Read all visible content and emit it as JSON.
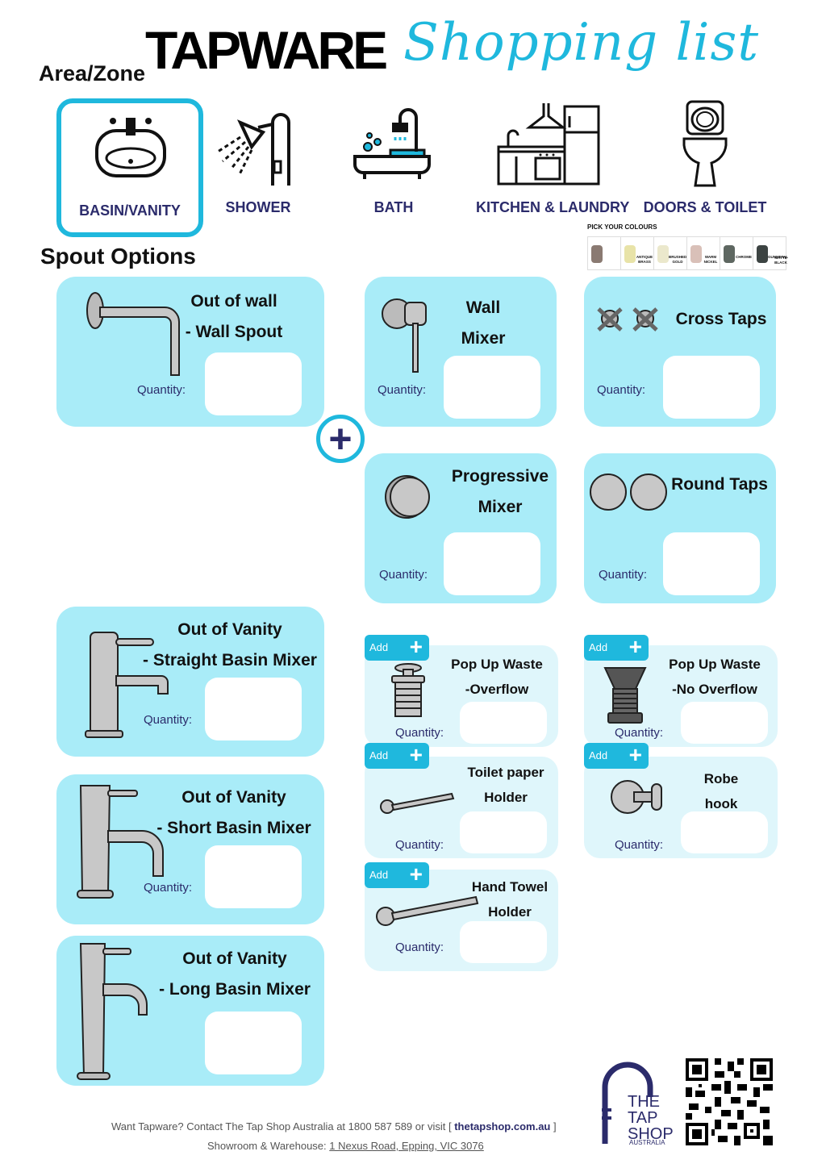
{
  "header": {
    "title": "TAPWARE",
    "script_title": "Shopping list",
    "area_label": "Area/Zone"
  },
  "zones": [
    {
      "label": "BASIN/VANITY",
      "icon": "basin-icon",
      "selected": true
    },
    {
      "label": "SHOWER",
      "icon": "shower-icon"
    },
    {
      "label": "BATH",
      "icon": "bathtub-icon"
    },
    {
      "label": "KITCHEN & LAUNDRY",
      "icon": "kitchen-icon"
    },
    {
      "label": "DOORS & TOILET",
      "icon": "toilet-icon"
    }
  ],
  "section_title": "Spout Options",
  "colours": {
    "title": "PICK YOUR COLOURS",
    "items": [
      {
        "name": "",
        "color": "#8a7a72"
      },
      {
        "name": "ANTIQUE BRASS",
        "color": "#e8e3a8"
      },
      {
        "name": "BRUSHED GOLD",
        "color": "#ebe8cc"
      },
      {
        "name": "WARM NICKEL",
        "color": "#d9c0b8"
      },
      {
        "name": "CHROME",
        "color": "#5e6761"
      },
      {
        "name": "GUNMETAL",
        "color": "#3c4342"
      },
      {
        "name": "MATTE BLACK",
        "color": ""
      }
    ]
  },
  "quantity_label": "Quantity:",
  "add_label": "Add",
  "plus_symbol": "+",
  "cards": {
    "wall_spout": "Out of wall\n- Wall Spout",
    "wall_mixer": "Wall\nMixer",
    "cross_taps": "Cross Taps",
    "progressive_mixer": "Progressive\nMixer",
    "round_taps": "Round Taps",
    "straight_basin": "Out of Vanity\n- Straight Basin Mixer",
    "short_basin": "Out of Vanity\n- Short Basin Mixer",
    "long_basin": "Out of Vanity\n- Long Basin Mixer"
  },
  "accessories": {
    "popup_overflow": "Pop Up Waste\n-Overflow",
    "popup_no_overflow": "Pop Up Waste\n-No Overflow",
    "toilet_paper": "Toilet paper\nHolder",
    "robe_hook": "Robe\nhook",
    "hand_towel": "Hand Towel\nHolder"
  },
  "footer": {
    "line1_prefix": "Want Tapware?  Contact The Tap Shop Australia at 1800 587 589 or visit [ ",
    "website": "thetapshop.com.au",
    "line1_suffix": " ]",
    "line2_prefix": "Showroom & Warehouse: ",
    "address": "1 Nexus Road, Epping, VIC 3076"
  },
  "logo": {
    "line1": "THE",
    "line2": "TAP",
    "line3": "SHOP",
    "sub": "AUSTRALIA"
  }
}
